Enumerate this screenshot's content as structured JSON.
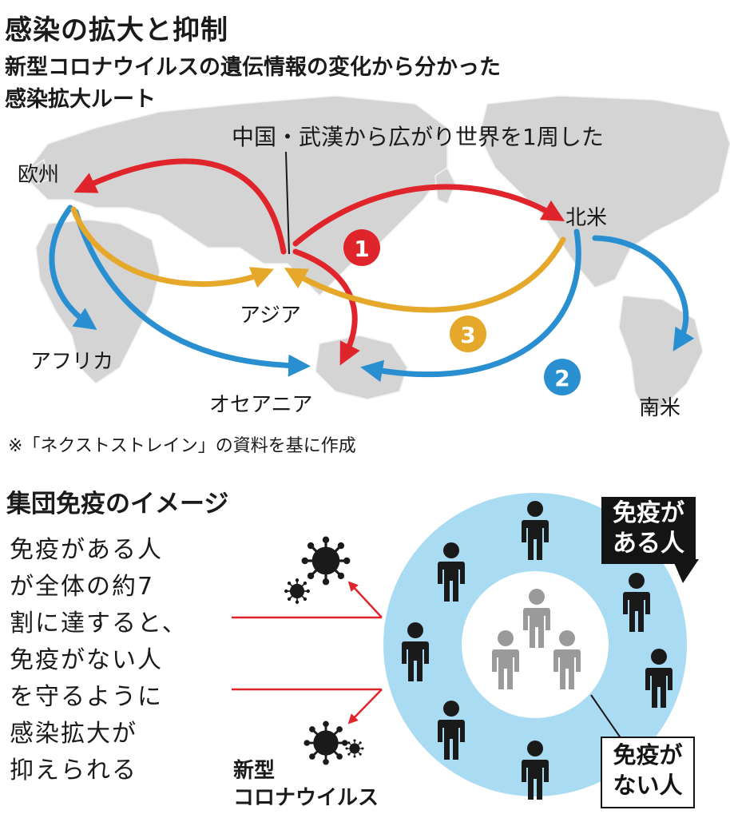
{
  "header": {
    "title": "感染の拡大と抑制",
    "subtitle_line1": "新型コロナウイルスの遺伝情報の変化から分かった",
    "subtitle_line2": "感染拡大ルート"
  },
  "map": {
    "origin_note": "中国・武漢から広がり世界を1周した",
    "regions": {
      "europe": "欧州",
      "north_america": "北米",
      "asia": "アジア",
      "africa": "アフリカ",
      "oceania": "オセアニア",
      "south_america": "南米"
    },
    "routes": [
      {
        "number": "1",
        "color": "#e0242b"
      },
      {
        "number": "2",
        "color": "#2a8fd0"
      },
      {
        "number": "3",
        "color": "#e5a82a"
      }
    ],
    "source_note": "※「ネクストストレイン」の資料を基に作成"
  },
  "herd": {
    "heading": "集団免疫のイメージ",
    "description": [
      "免疫がある人",
      "が全体の約7",
      "割に達すると、",
      "免疫がない人",
      "を守るように",
      "感染拡大が",
      "抑えられる"
    ],
    "immune_label": [
      "免疫が",
      "ある人"
    ],
    "non_immune_label": [
      "免疫が",
      "ない人"
    ],
    "virus_label": [
      "新型",
      "コロナウイルス"
    ],
    "colors": {
      "ring": "#a9dcf2",
      "immune_person": "#1a1a1a",
      "non_immune_person": "#9a9a9a",
      "arrow": "#e0242b"
    }
  }
}
